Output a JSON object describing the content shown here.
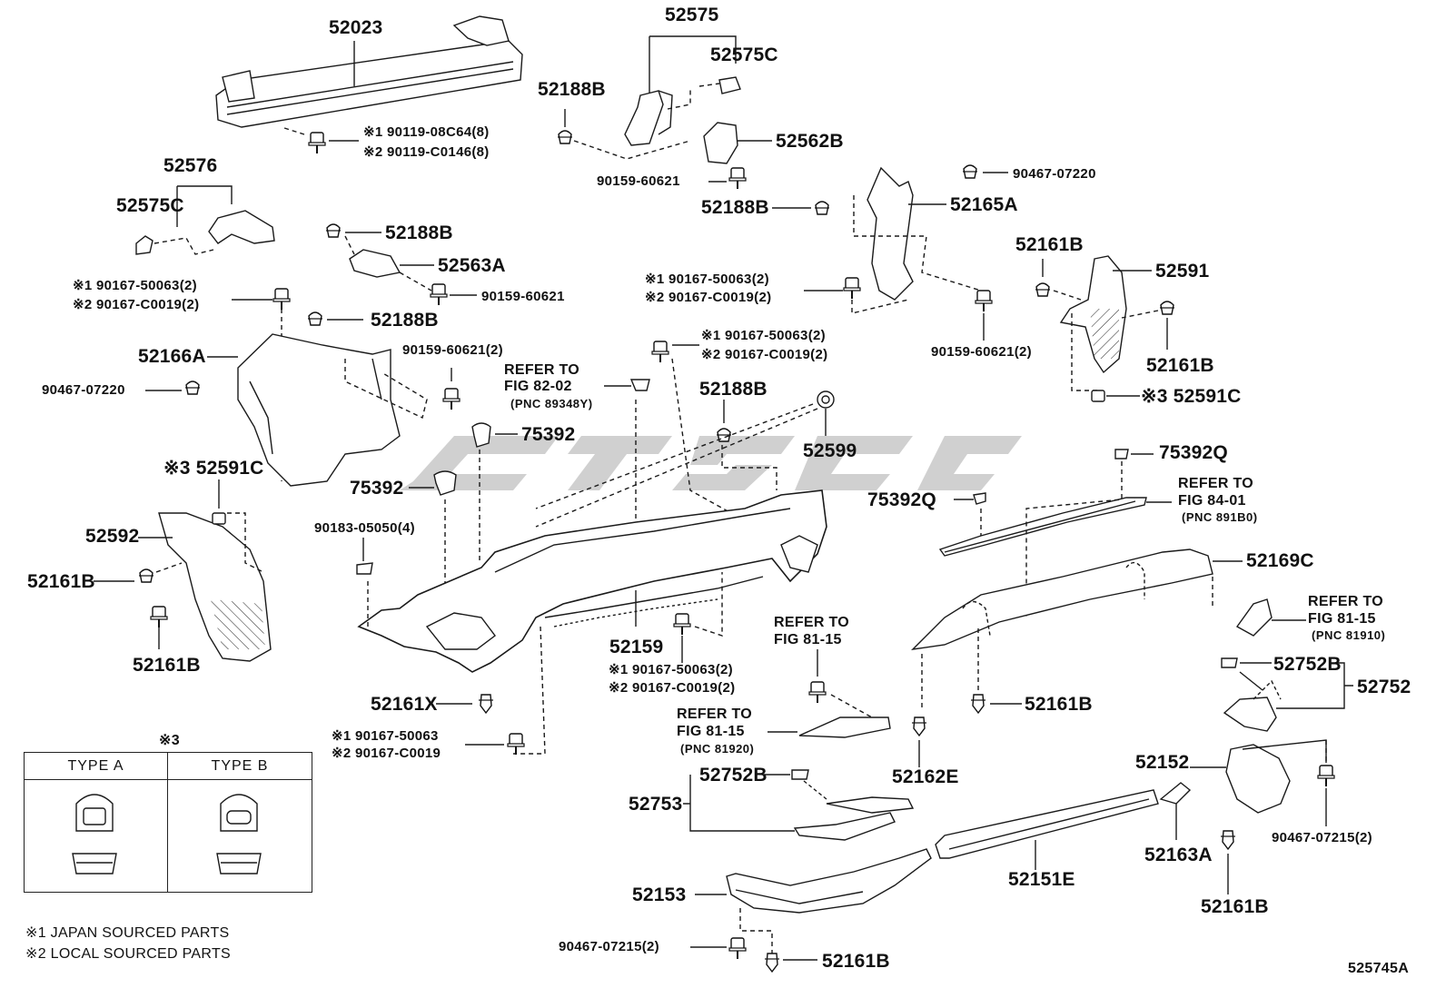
{
  "diagram_code": "525745A",
  "legend": {
    "note1": "※1 JAPAN SOURCED PARTS",
    "note2": "※2 LOCAL SOURCED PARTS",
    "type_box_mark": "※3",
    "type_a": "TYPE A",
    "type_b": "TYPE B"
  },
  "labels": {
    "p52023": "52023",
    "p52575": "52575",
    "p52575C_top": "52575C",
    "p52188B_a": "52188B",
    "p52562B": "52562B",
    "p90159_60621_a": "90159-60621",
    "p52188B_b": "52188B",
    "bolt_top_1": "※1 90119-08C64(8)",
    "bolt_top_2": "※2 90119-C0146(8)",
    "p52576": "52576",
    "p52575C_left": "52575C",
    "p52188B_c": "52188B",
    "p52563A": "52563A",
    "p90159_60621_b": "90159-60621",
    "bolt_l1_1": "※1 90167-50063(2)",
    "bolt_l1_2": "※2 90167-C0019(2)",
    "p52188B_d": "52188B",
    "p52166A": "52166A",
    "p90159_60621_2_a": "90159-60621(2)",
    "p90467_07220_a": "90467-07220",
    "p90467_07220_b": "90467-07220",
    "p52165A": "52165A",
    "bolt_m1_1": "※1 90167-50063(2)",
    "bolt_m1_2": "※2 90167-C0019(2)",
    "p90159_60621_2_b": "90159-60621(2)",
    "p52161B_a": "52161B",
    "p52591": "52591",
    "p52161B_b": "52161B",
    "p52591C_r": "※3 52591C",
    "bolt_m2_1": "※1 90167-50063(2)",
    "bolt_m2_2": "※2 90167-C0019(2)",
    "refer_82_1": "REFER TO",
    "refer_82_2": "FIG 82-02",
    "refer_82_3": "(PNC 89348Y)",
    "p52188B_e": "52188B",
    "p52599": "52599",
    "p75392_a": "75392",
    "p75392_b": "75392",
    "p52591C_l": "※3 52591C",
    "p52592": "52592",
    "p52161B_c": "52161B",
    "p52161B_d": "52161B",
    "p90183": "90183-05050(4)",
    "p75392Q_a": "75392Q",
    "p75392Q_b": "75392Q",
    "refer_84_1": "REFER TO",
    "refer_84_2": "FIG 84-01",
    "refer_84_3": "(PNC 891B0)",
    "p52169C": "52169C",
    "p52159": "52159",
    "bolt_c1_1": "※1 90167-50063(2)",
    "bolt_c1_2": "※2 90167-C0019(2)",
    "refer_8115a_1": "REFER TO",
    "refer_8115a_2": "FIG 81-15",
    "refer_8115b_1": "REFER TO",
    "refer_8115b_2": "FIG 81-15",
    "refer_8115b_3": "(PNC 81910)",
    "refer_8115c_1": "REFER TO",
    "refer_8115c_2": "FIG 81-15",
    "refer_8115c_3": "(PNC 81920)",
    "p52161X": "52161X",
    "bolt_c2_1": "※1 90167-50063",
    "bolt_c2_2": "※2 90167-C0019",
    "p52161B_e": "52161B",
    "p52162E": "52162E",
    "p52752B_a": "52752B",
    "p52752": "52752",
    "p52752B_b": "52752B",
    "p52753": "52753",
    "p52152": "52152",
    "p52163A": "52163A",
    "p52151E": "52151E",
    "p90467_07215_a": "90467-07215(2)",
    "p52161B_f": "52161B",
    "p52153": "52153",
    "p90467_07215_b": "90467-07215(2)",
    "p52161B_g": "52161B"
  },
  "colors": {
    "line": "#1a1a1a",
    "watermark": "#c8c8c8"
  }
}
